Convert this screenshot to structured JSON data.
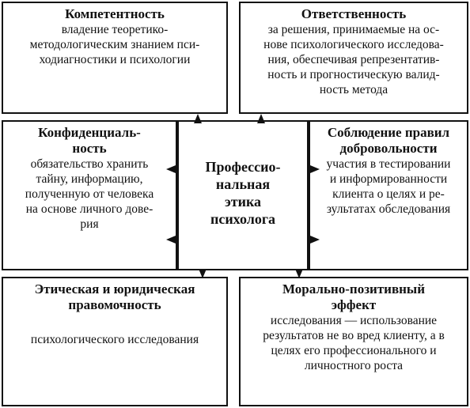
{
  "boxes": {
    "competence": {
      "title": "Компетентность",
      "text": "владение теоретико-\nметодологическим знанием пси-\nходиагностики и психологии"
    },
    "responsibility": {
      "title": "Ответственность",
      "text": "за решения, принимаемые на ос-\nнове психологического исследова-\nния, обеспечивая репрезентатив-\nность и прогностическую валид-\nность метода"
    },
    "confidentiality": {
      "title": "Конфиденциаль-\nность",
      "text": "обязательство хранить\nтайну, информацию,\nполученную от человека\nна основе личного дове-\nрия"
    },
    "center": {
      "title": "Профессио-\nнальная\nэтика\nпсихолога"
    },
    "voluntary": {
      "title": "Соблюдение правил\nдобровольности",
      "text": "участия в тестировании\nи информированности\nклиента о целях и ре-\nзультатах обследования"
    },
    "ethical_legal": {
      "title": "Этическая и юридическая\nправомочность",
      "text": "психологического исследования"
    },
    "moral": {
      "title": "Морально-позитивный\nэффект",
      "text": "исследования — использование\nрезультатов не во вред клиенту, а в\nцелях его профессионального и\nличностного роста"
    }
  },
  "colors": {
    "line": "#111111",
    "background": "#ffffff"
  }
}
